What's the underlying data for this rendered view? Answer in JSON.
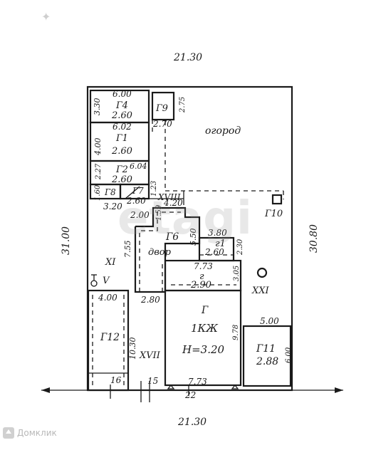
{
  "watermarks": {
    "brand": "etagi",
    "provider": "Домклик"
  },
  "dimensions": {
    "top": "21.30",
    "bottom": "21.30",
    "left": "31.00",
    "right": "30.80",
    "g4_w": "6.00",
    "g4_h": "3.30",
    "g4_area": "2.60",
    "g1_w": "6.02",
    "g1_h": "4.00",
    "g1_area": "2.60",
    "g2_w": "6.04",
    "g2_h": "2.27",
    "g2_area": "2.60",
    "g9_w": "2.70",
    "g9_h": "2.75",
    "g8_w": "3.20",
    "g8_h": "1.60",
    "g7_area": "2.60",
    "g7_h": "1.23",
    "g6_top": "4.20",
    "g6_left": "2.00",
    "g6_side": "1.59",
    "g6_h": "7.55",
    "g6_right": "5.50",
    "g1s_w": "3.80",
    "g1s_h": "2.30",
    "g1s_area": "2.60",
    "gs_w": "7.73",
    "gs_h": "3.05",
    "gs_area": "2.90",
    "dvor_bottom": "2.80",
    "g12_w": "4.00",
    "house_h": "9.78",
    "house_w": "7.73",
    "house_height": "H=3.20",
    "g11_w": "5.00",
    "g11_h": "6.00",
    "g11_area": "2.88",
    "fence_a": "10.30",
    "fence_b": "15",
    "fence_c": "16",
    "fence_d": "22"
  },
  "labels": {
    "G4": "Г4",
    "G1": "Г1",
    "G2": "Г2",
    "G9": "Г9",
    "G8": "Г8",
    "G7": "Г7",
    "G6": "Г6",
    "G10": "Г10",
    "G12": "Г12",
    "G11": "Г11",
    "g1": "г1",
    "g": "г",
    "G": "Г",
    "house_type": "1КЖ",
    "garden": "огород",
    "yard": "двор",
    "XI": "XI",
    "V": "V",
    "XVII": "XVII",
    "XXI": "XXI",
    "XVIII": "XVIII"
  }
}
